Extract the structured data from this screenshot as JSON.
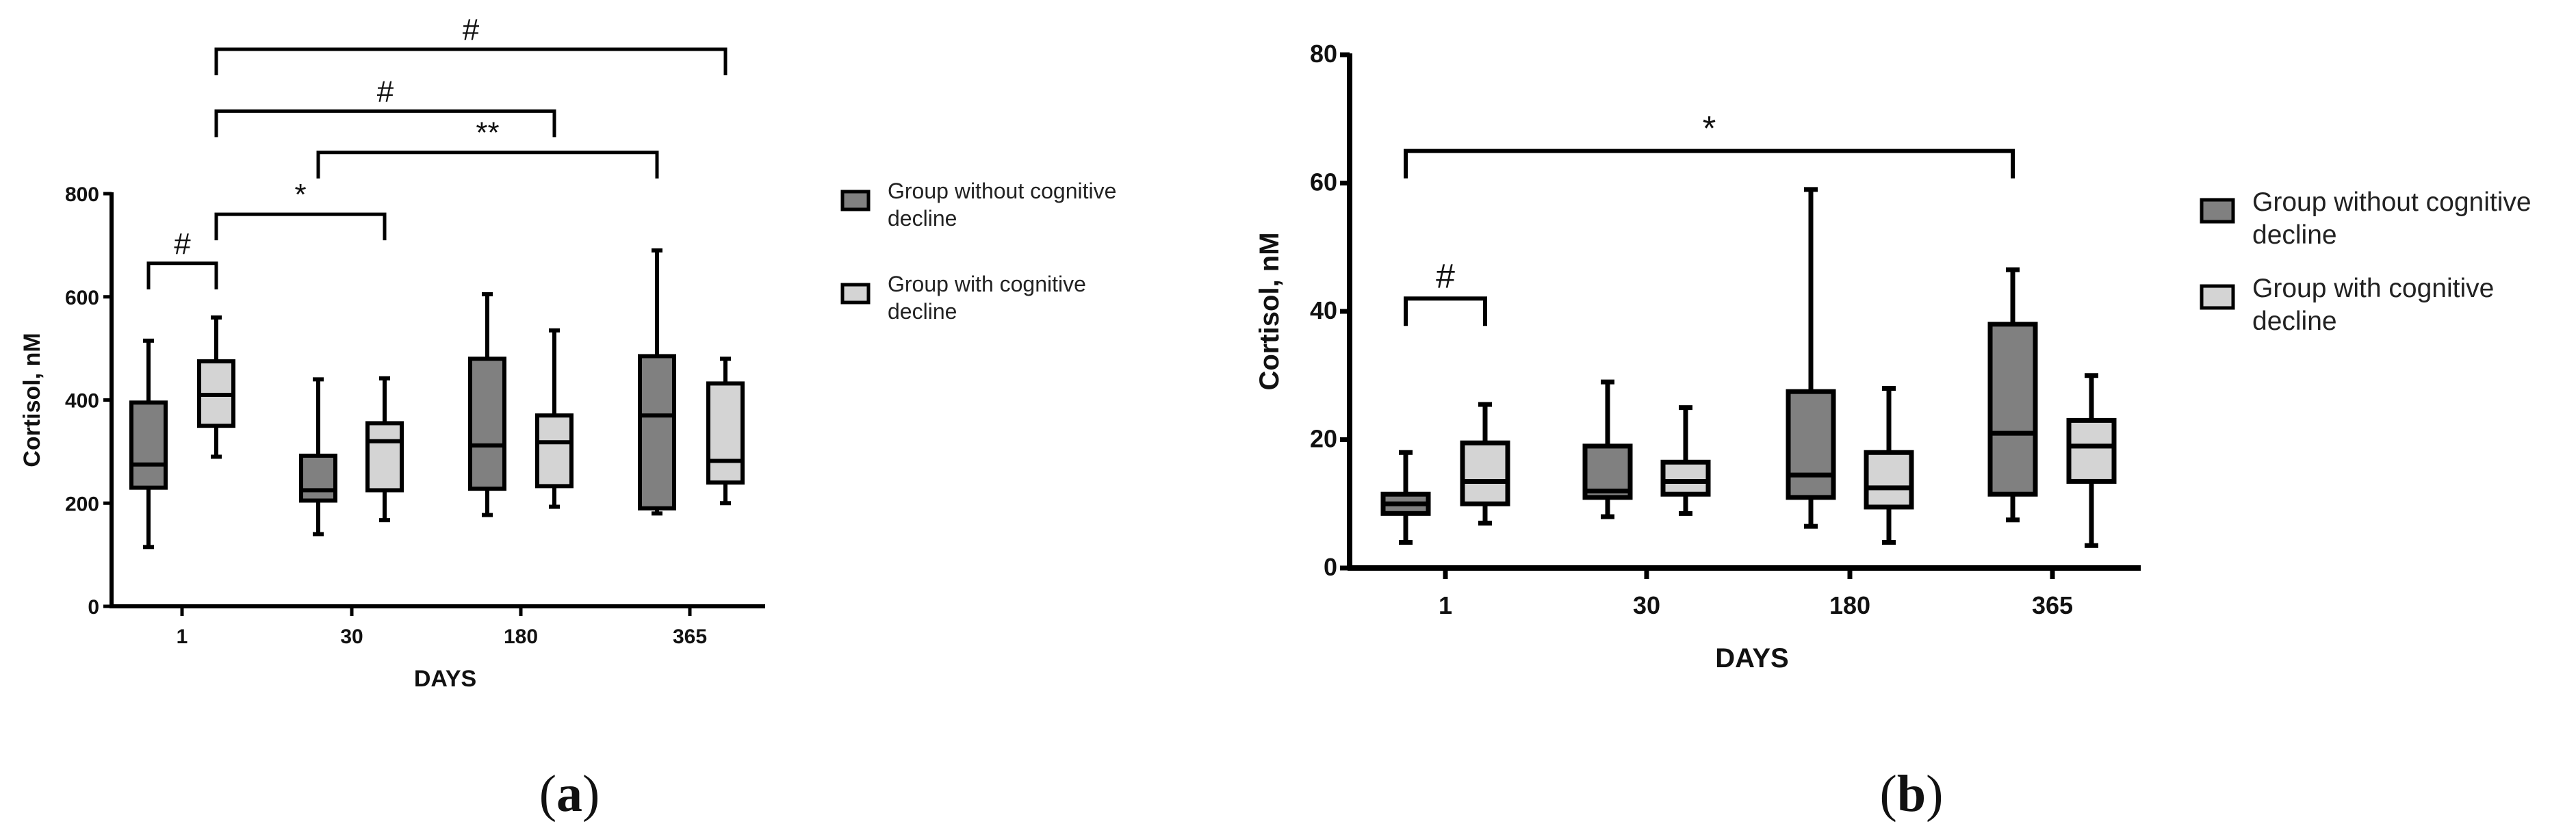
{
  "chart_data": [
    {
      "panel_label": "(a)",
      "panel_letter": "a",
      "type": "box",
      "xlabel": "DAYS",
      "ylabel": "Cortisol, nM",
      "ylim": [
        0,
        800
      ],
      "yticks": [
        0,
        200,
        400,
        600,
        800
      ],
      "categories": [
        "1",
        "30",
        "180",
        "365"
      ],
      "grid": false,
      "legend_position": "right",
      "series": [
        {
          "name": "Group without cognitive decline",
          "color": "#808080",
          "boxes": [
            {
              "min": 115,
              "q1": 230,
              "median": 275,
              "q3": 395,
              "max": 515
            },
            {
              "min": 140,
              "q1": 205,
              "median": 225,
              "q3": 292,
              "max": 440
            },
            {
              "min": 177,
              "q1": 228,
              "median": 312,
              "q3": 480,
              "max": 605
            },
            {
              "min": 180,
              "q1": 190,
              "median": 370,
              "q3": 485,
              "max": 690
            }
          ]
        },
        {
          "name": "Group with cognitive decline",
          "color": "#d4d4d4",
          "boxes": [
            {
              "min": 290,
              "q1": 350,
              "median": 410,
              "q3": 475,
              "max": 560
            },
            {
              "min": 167,
              "q1": 225,
              "median": 320,
              "q3": 355,
              "max": 442
            },
            {
              "min": 193,
              "q1": 233,
              "median": 318,
              "q3": 370,
              "max": 535
            },
            {
              "min": 200,
              "q1": 240,
              "median": 282,
              "q3": 432,
              "max": 480
            }
          ]
        }
      ],
      "annotations": [
        {
          "label": "#",
          "from": [
            0,
            0
          ],
          "to": [
            0,
            1
          ],
          "y": 665
        },
        {
          "label": "*",
          "from": [
            0,
            1
          ],
          "to": [
            1,
            1
          ],
          "y": 760
        },
        {
          "label": "**",
          "from": [
            1,
            0
          ],
          "to": [
            3,
            0
          ],
          "y": 880
        },
        {
          "label": "#",
          "from": [
            0,
            1
          ],
          "to": [
            2,
            1
          ],
          "y": 960
        },
        {
          "label": "#",
          "from": [
            0,
            1
          ],
          "to": [
            3,
            1
          ],
          "y": 1080
        }
      ]
    },
    {
      "panel_label": "(b)",
      "panel_letter": "b",
      "type": "box",
      "xlabel": "DAYS",
      "ylabel": "Cortisol, nM",
      "ylim": [
        0,
        80
      ],
      "yticks": [
        0,
        20,
        40,
        60,
        80
      ],
      "categories": [
        "1",
        "30",
        "180",
        "365"
      ],
      "grid": false,
      "legend_position": "right",
      "series": [
        {
          "name": "Group without cognitive decline",
          "color": "#808080",
          "boxes": [
            {
              "min": 4,
              "q1": 8.5,
              "median": 10,
              "q3": 11.5,
              "max": 18
            },
            {
              "min": 8,
              "q1": 11,
              "median": 12,
              "q3": 19,
              "max": 29
            },
            {
              "min": 6.5,
              "q1": 11,
              "median": 14.5,
              "q3": 27.5,
              "max": 59
            },
            {
              "min": 7.5,
              "q1": 11.5,
              "median": 21,
              "q3": 38,
              "max": 46.5
            }
          ]
        },
        {
          "name": "Group with cognitive decline",
          "color": "#d4d4d4",
          "boxes": [
            {
              "min": 7,
              "q1": 10,
              "median": 13.5,
              "q3": 19.5,
              "max": 25.5
            },
            {
              "min": 8.5,
              "q1": 11.5,
              "median": 13.5,
              "q3": 16.5,
              "max": 25
            },
            {
              "min": 4,
              "q1": 9.5,
              "median": 12.5,
              "q3": 18,
              "max": 28
            },
            {
              "min": 3.5,
              "q1": 13.5,
              "median": 19,
              "q3": 23,
              "max": 30
            }
          ]
        }
      ],
      "annotations": [
        {
          "label": "#",
          "from": [
            0,
            0
          ],
          "to": [
            0,
            1
          ],
          "y": 42
        },
        {
          "label": "*",
          "from": [
            0,
            0
          ],
          "to": [
            3,
            0
          ],
          "y": 65
        }
      ]
    }
  ]
}
